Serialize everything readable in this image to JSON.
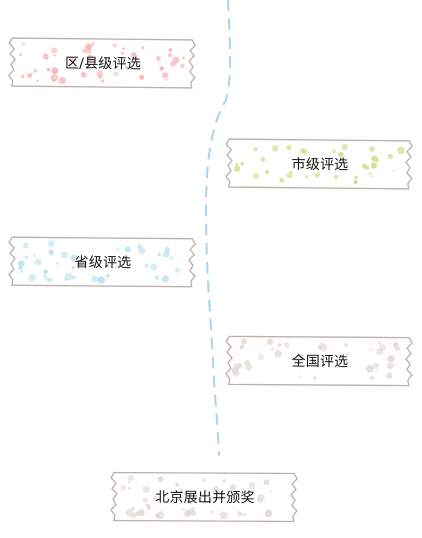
{
  "colors": {
    "path": "#a9d3ef",
    "tape_border": "#b9b0a8",
    "tape_fill": "#ffffff"
  },
  "stages": [
    {
      "label": "区/县级评选",
      "dot_color": "#f6b8b8"
    },
    {
      "label": "市级评选",
      "dot_color": "#cfe08c"
    },
    {
      "label": "省级评选",
      "dot_color": "#bfe3ef"
    },
    {
      "label": "全国评选",
      "dot_color": "#e4dcd6"
    },
    {
      "label": "北京展出并颁奖",
      "dot_color": "#e4dcd6"
    }
  ]
}
